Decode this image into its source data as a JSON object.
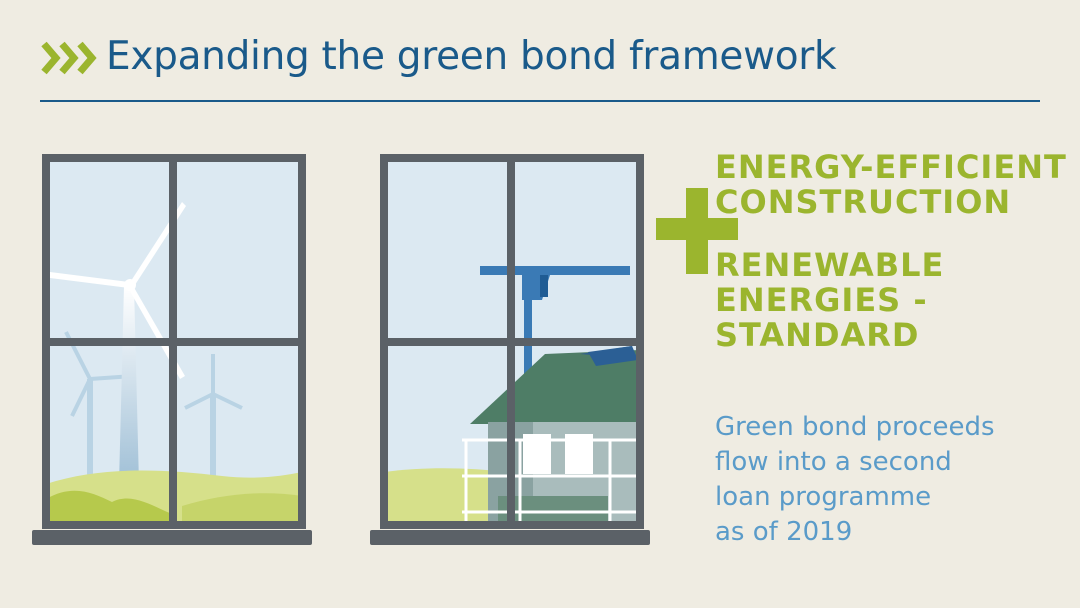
{
  "header": {
    "title": "Expanding the green bond framework",
    "chevron_icon": "triple-chevron-icon"
  },
  "illustrations": {
    "left_window": "wind-turbines-in-field",
    "right_window": "house-under-construction-with-crane-and-solar-roof"
  },
  "highlights": {
    "item_1": [
      "ENERGY-EFFICIENT",
      "CONSTRUCTION"
    ],
    "item_2": [
      "RENEWABLE",
      "ENERGIES -",
      "STANDARD"
    ],
    "plus_icon": "plus-icon"
  },
  "note": [
    "Green bond proceeds",
    "flow into a second",
    "loan programme",
    "as of 2019"
  ],
  "colors": {
    "background": "#efece2",
    "title_blue": "#1a5a8a",
    "accent_green": "#9bb52e",
    "note_blue": "#5a9bc9",
    "frame_grey": "#5b6167"
  }
}
